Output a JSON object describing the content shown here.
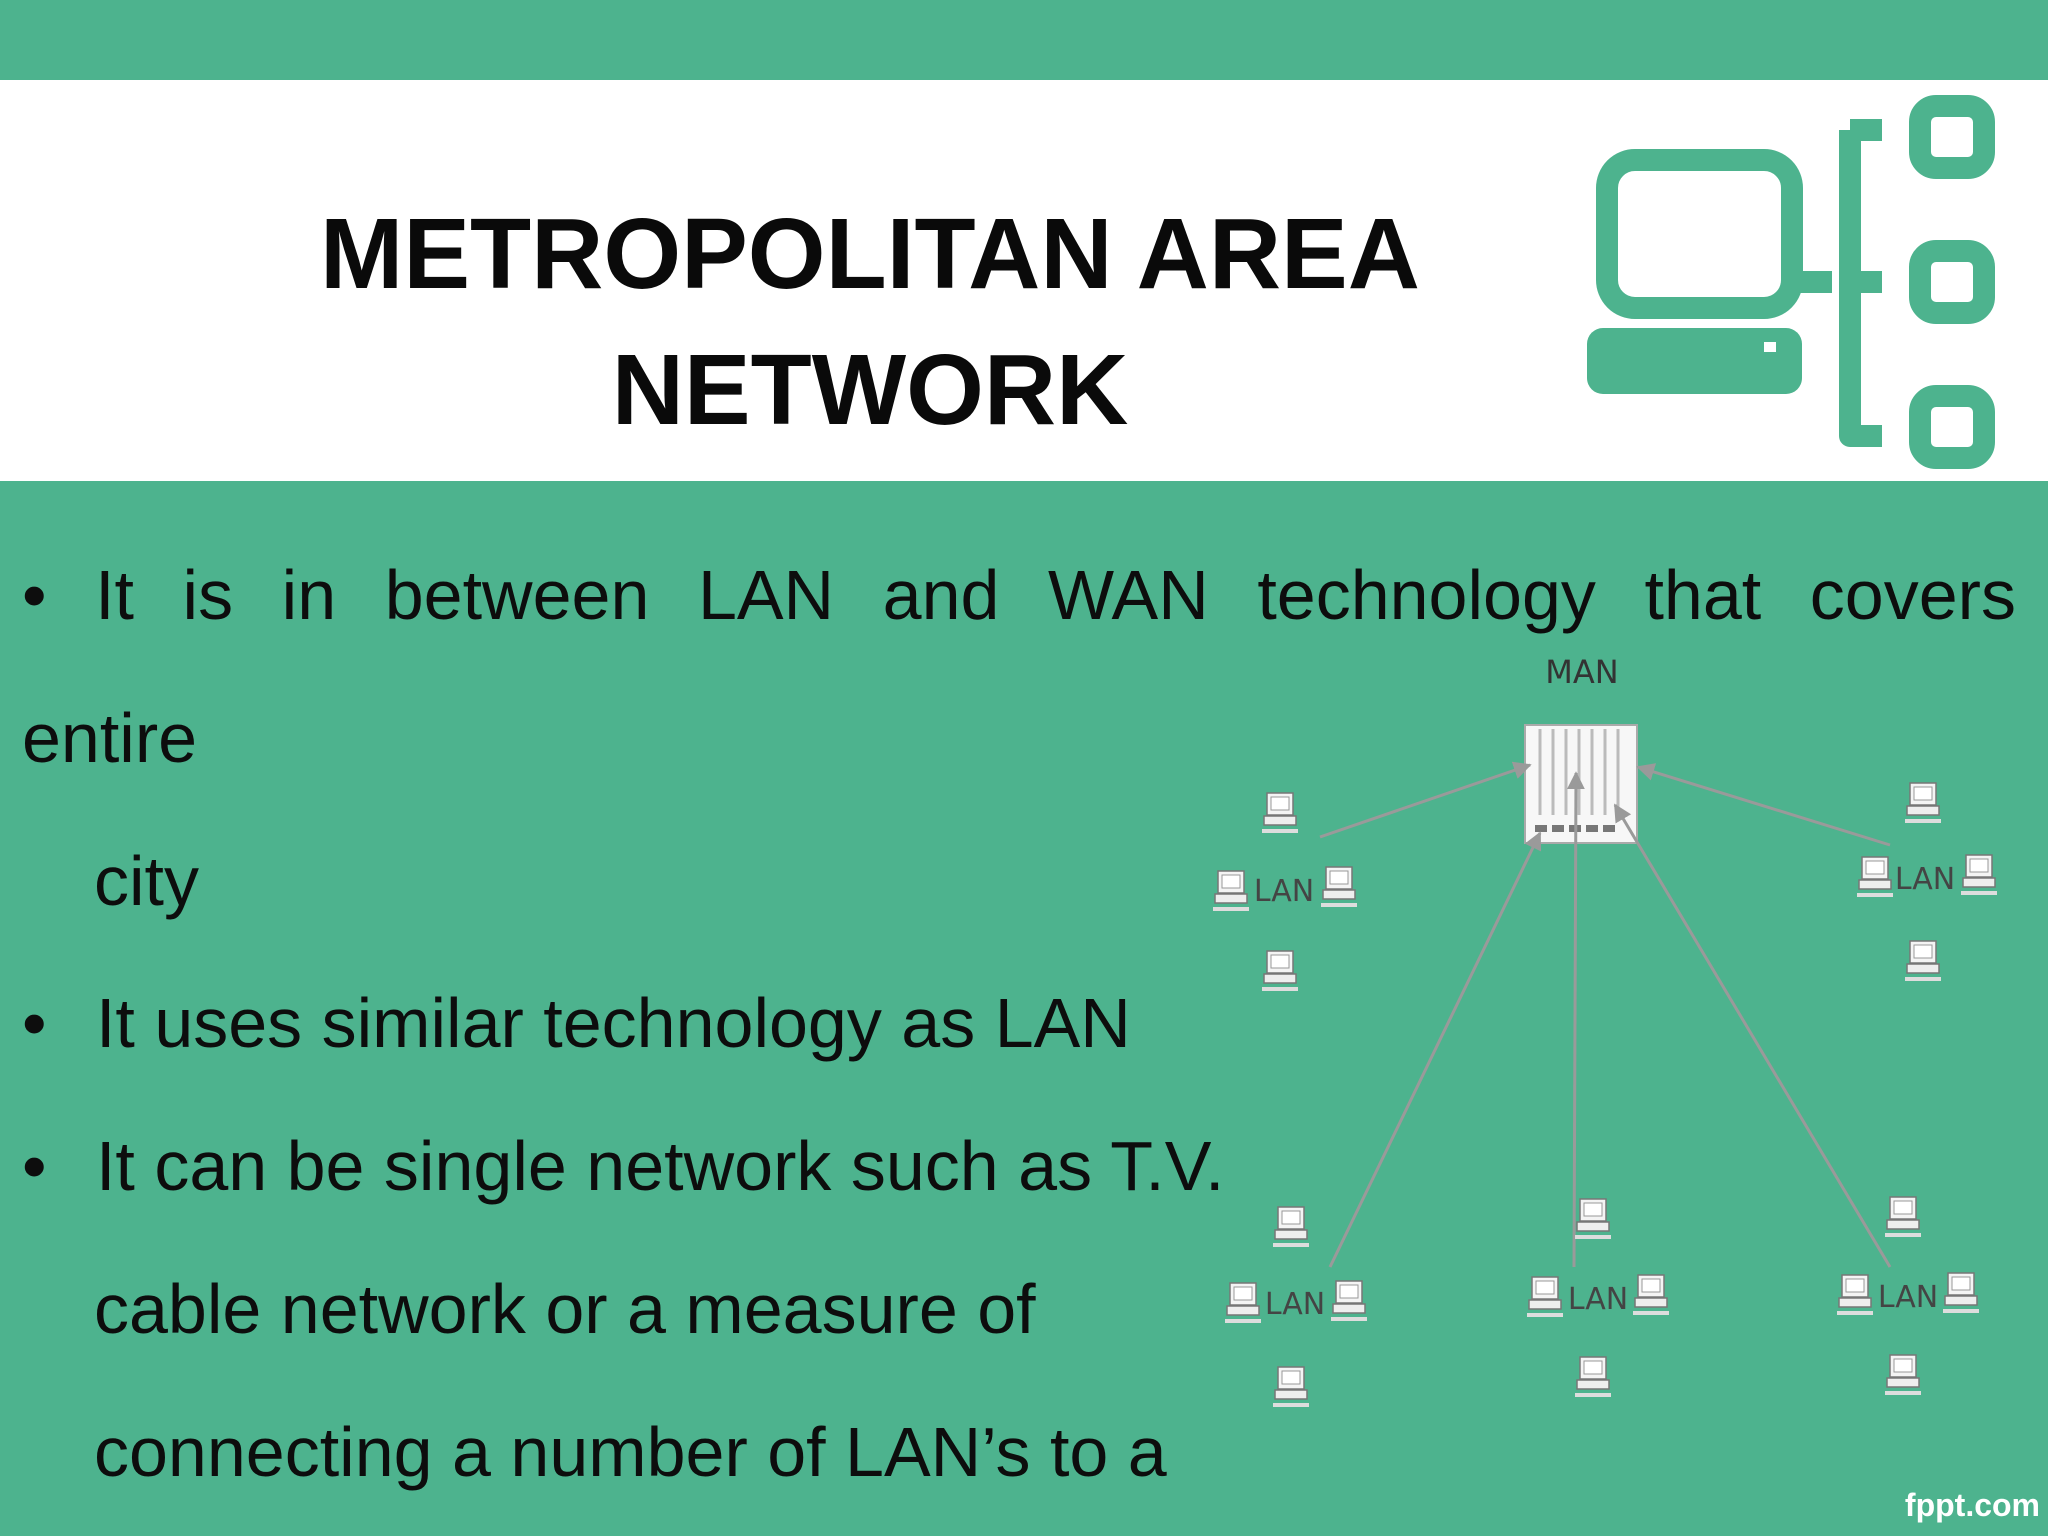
{
  "slide": {
    "title_line1": "METROPOLITAN AREA",
    "title_line2": "NETWORK",
    "bullets": [
      {
        "bullet": "•",
        "words": [
          "It",
          "is",
          "in",
          "between",
          "LAN",
          "and",
          "WAN",
          "technology",
          "that",
          "covers"
        ],
        "continuation": [
          "entire",
          "city"
        ]
      },
      {
        "bullet": "•",
        "text": "It uses similar technology as LAN"
      },
      {
        "bullet": "•",
        "text": "It can be single network such as T.V.",
        "continuation": [
          "cable network or a measure of",
          "connecting a number of LAN’s to a"
        ]
      }
    ],
    "brand": "fppt.com"
  },
  "diagram": {
    "hub_label": "MAN",
    "cluster_label": "LAN",
    "colors": {
      "accent": "#4db38e",
      "logo": "#4db38e",
      "arrow": "#9a9a9a"
    },
    "icons": [
      "network-logo-icon",
      "server-rack-icon",
      "computer-icon"
    ]
  }
}
